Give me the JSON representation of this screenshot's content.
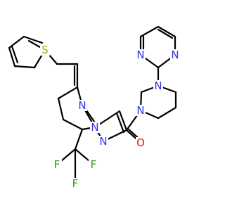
{
  "colors": {
    "background": "#ffffff",
    "bond": "#000000",
    "N": "#3333ee",
    "O": "#ee1111",
    "S": "#b3a41a",
    "F": "#2e9b12"
  },
  "atoms": {
    "s1": {
      "label": "S",
      "element": "S"
    },
    "n_ring_a": {
      "label": "N",
      "element": "N"
    },
    "n_ring_b": {
      "label": "N",
      "element": "N"
    },
    "n_ring_c": {
      "label": "N",
      "element": "N"
    },
    "n_pip_1": {
      "label": "N",
      "element": "N"
    },
    "n_pip_2": {
      "label": "N",
      "element": "N"
    },
    "n_pym_1": {
      "label": "N",
      "element": "N"
    },
    "n_pym_2": {
      "label": "N",
      "element": "N"
    },
    "o1": {
      "label": "O",
      "element": "O"
    },
    "f1": {
      "label": "F",
      "element": "F"
    },
    "f2": {
      "label": "F",
      "element": "F"
    },
    "f3": {
      "label": "F",
      "element": "F"
    }
  }
}
